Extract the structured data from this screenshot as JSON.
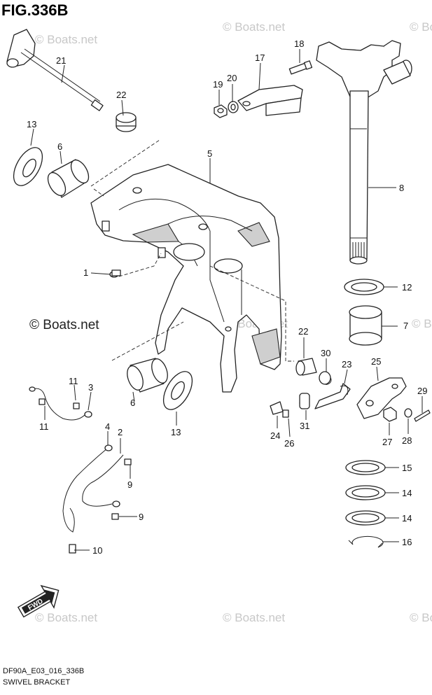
{
  "figure": {
    "title": "FIG.336B",
    "code": "DF90A_E03_016_336B",
    "name": "SWIVEL BRACKET",
    "direction_label": "FWD"
  },
  "watermarks": {
    "small": "© Boats.net",
    "large": "© Boats.net"
  },
  "callouts": [
    {
      "id": "1",
      "label": "1"
    },
    {
      "id": "2",
      "label": "2"
    },
    {
      "id": "3",
      "label": "3"
    },
    {
      "id": "4",
      "label": "4"
    },
    {
      "id": "5",
      "label": "5"
    },
    {
      "id": "6a",
      "label": "6"
    },
    {
      "id": "6b",
      "label": "6"
    },
    {
      "id": "7",
      "label": "7"
    },
    {
      "id": "8",
      "label": "8"
    },
    {
      "id": "9a",
      "label": "9"
    },
    {
      "id": "9b",
      "label": "9"
    },
    {
      "id": "10",
      "label": "10"
    },
    {
      "id": "11a",
      "label": "11"
    },
    {
      "id": "11b",
      "label": "11"
    },
    {
      "id": "12",
      "label": "12"
    },
    {
      "id": "13a",
      "label": "13"
    },
    {
      "id": "13b",
      "label": "13"
    },
    {
      "id": "14a",
      "label": "14"
    },
    {
      "id": "14b",
      "label": "14"
    },
    {
      "id": "15",
      "label": "15"
    },
    {
      "id": "16",
      "label": "16"
    },
    {
      "id": "17",
      "label": "17"
    },
    {
      "id": "18",
      "label": "18"
    },
    {
      "id": "19",
      "label": "19"
    },
    {
      "id": "20",
      "label": "20"
    },
    {
      "id": "21",
      "label": "21"
    },
    {
      "id": "22a",
      "label": "22"
    },
    {
      "id": "22b",
      "label": "22"
    },
    {
      "id": "23",
      "label": "23"
    },
    {
      "id": "24",
      "label": "24"
    },
    {
      "id": "25",
      "label": "25"
    },
    {
      "id": "26",
      "label": "26"
    },
    {
      "id": "27",
      "label": "27"
    },
    {
      "id": "28",
      "label": "28"
    },
    {
      "id": "29",
      "label": "29"
    },
    {
      "id": "30",
      "label": "30"
    },
    {
      "id": "31",
      "label": "31"
    }
  ]
}
